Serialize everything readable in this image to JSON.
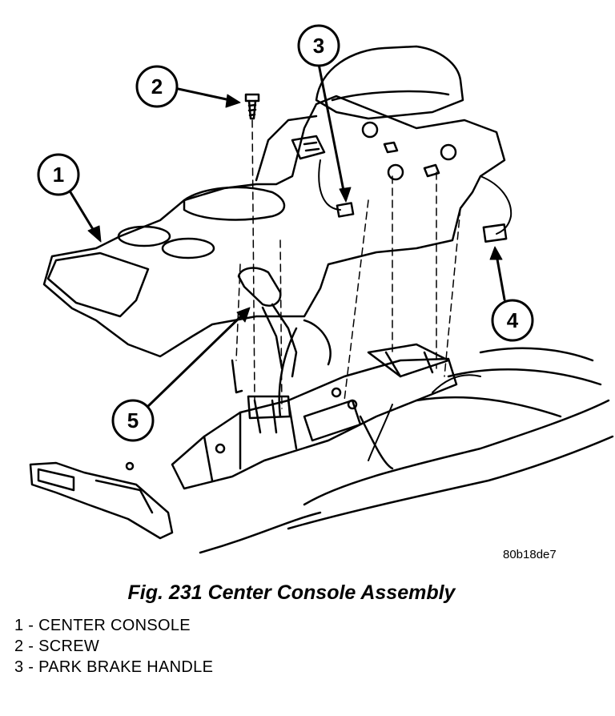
{
  "figure": {
    "code": "80b18de7",
    "title": "Fig. 231 Center Console Assembly",
    "callouts": [
      "1",
      "2",
      "3",
      "4",
      "5"
    ]
  },
  "legend": [
    "1 - CENTER CONSOLE",
    "2 - SCREW",
    "3 - PARK BRAKE HANDLE"
  ]
}
